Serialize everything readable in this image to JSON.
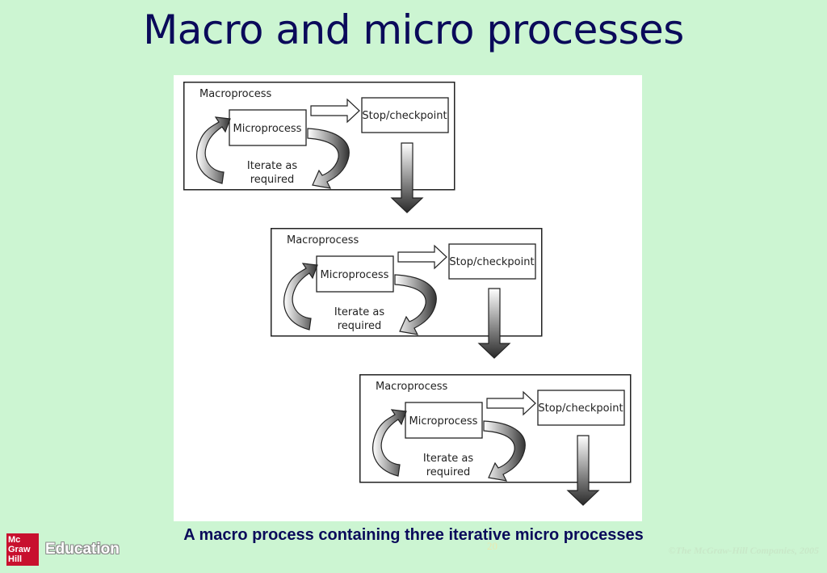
{
  "slide": {
    "title": "Macro and micro processes",
    "caption": "A macro process containing three iterative micro processes",
    "page_number": "20",
    "copyright": "©The McGraw-Hill Companies, 2005"
  },
  "logo": {
    "mark_lines": [
      "Mc",
      "Graw",
      "Hill"
    ],
    "wordmark": "Education",
    "mark_color": "#c8102e"
  },
  "diagram": {
    "stages": [
      {
        "macro_label": "Macroprocess",
        "micro_label": "Microprocess",
        "checkpoint_label": "Stop/checkpoint",
        "iterate_line1": "Iterate as",
        "iterate_line2": "required"
      },
      {
        "macro_label": "Macroprocess",
        "micro_label": "Microprocess",
        "checkpoint_label": "Stop/checkpoint",
        "iterate_line1": "Iterate as",
        "iterate_line2": "required"
      },
      {
        "macro_label": "Macroprocess",
        "micro_label": "Microprocess",
        "checkpoint_label": "Stop/checkpoint",
        "iterate_line1": "Iterate as",
        "iterate_line2": "required"
      }
    ]
  }
}
